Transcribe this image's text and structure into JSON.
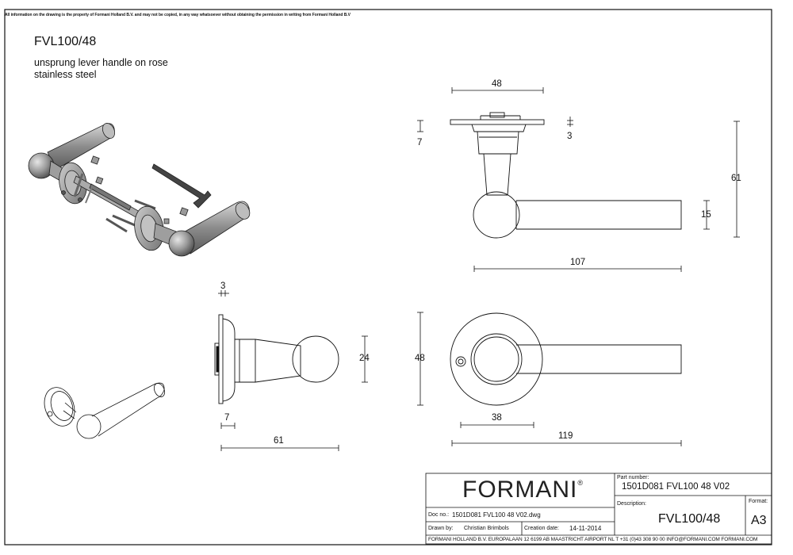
{
  "disclaimer": "All information on the drawing is the property of Formani Holland B.V. and may not be copied, in any way whatsoever without obtaining the permission in writing from Formani Holland B.V",
  "product": {
    "code": "FVL100/48",
    "description_line1": "unsprung lever handle on rose",
    "description_line2": "stainless steel"
  },
  "dimensions": {
    "top_width": "48",
    "top_rose_thickness": "7",
    "top_small": "3",
    "top_height": "61",
    "top_lever_thickness": "15",
    "top_lever_length": "107",
    "side_small": "3",
    "side_ball": "24",
    "side_rose_thickness": "7",
    "side_length": "61",
    "front_rose_diameter": "48",
    "front_inner": "38",
    "front_length": "119"
  },
  "title_block": {
    "logo": "FORMANI",
    "registered_mark": "®",
    "part_number_label": "Part number:",
    "part_number": "1501D081 FVL100 48 V02",
    "description_label": "Description:",
    "description": "FVL100/48",
    "format_label": "Format:",
    "format": "A3",
    "doc_no_label": "Doc no.:",
    "doc_no": "1501D081 FVL100 48 V02.dwg",
    "drawn_by_label": "Drawn by:",
    "drawn_by": "Christian Brimbols",
    "creation_date_label": "Creation date:",
    "creation_date": "14-11-2014",
    "footer": "FORMANI HOLLAND B.V. EUROPALAAN 12 6199 AB MAASTRICHT AIRPORT NL T +31 (0)43 308 90 00  INFO@FORMANI.COM FORMANI.COM"
  }
}
